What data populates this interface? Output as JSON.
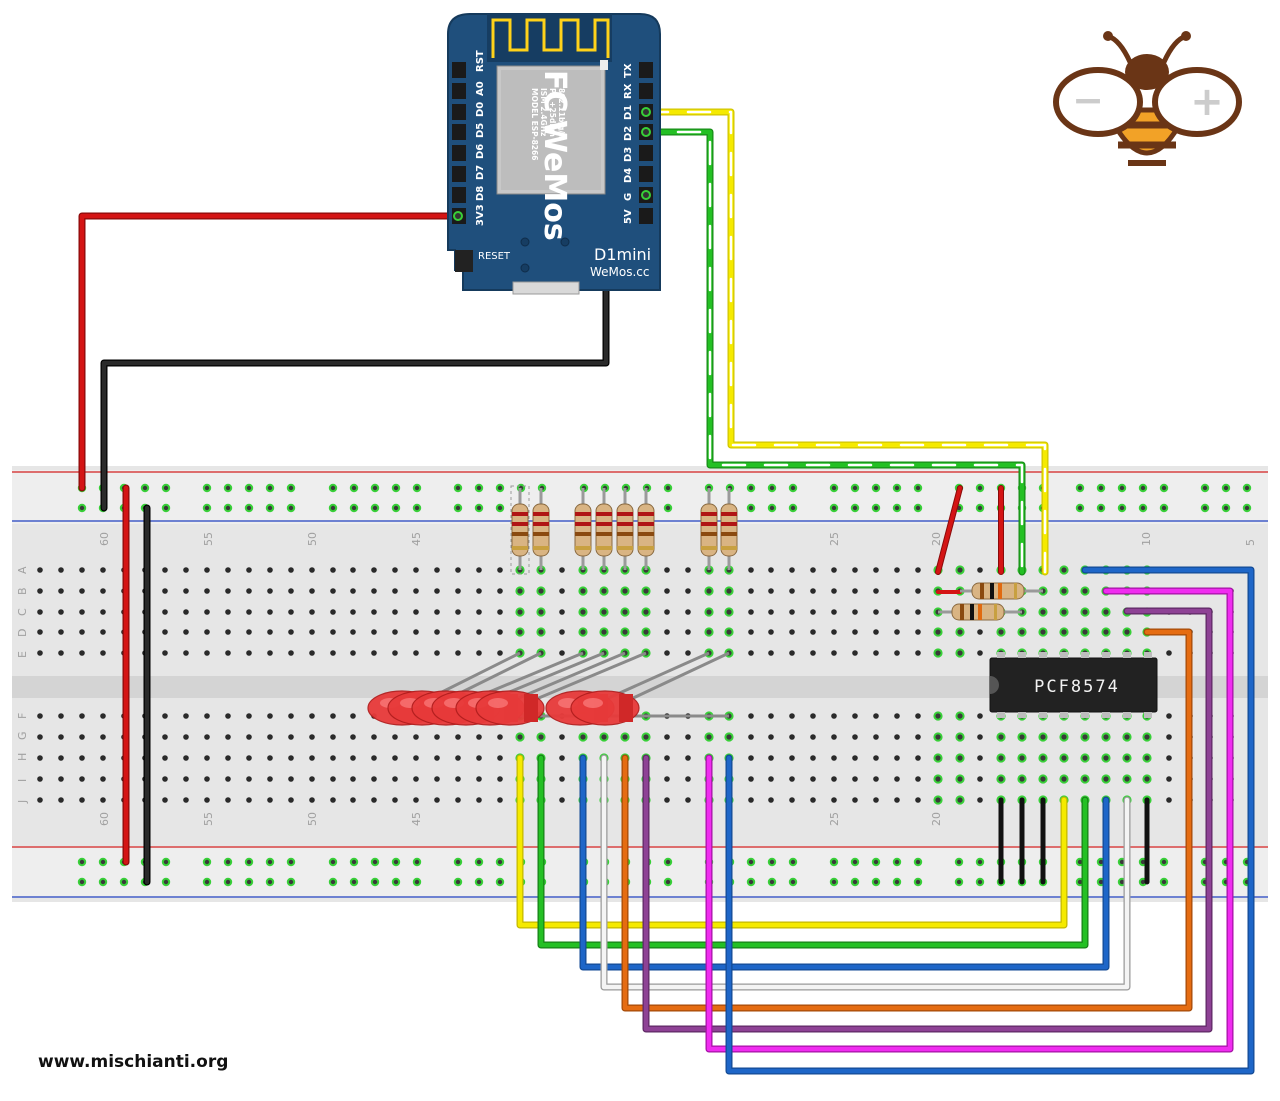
{
  "board": {
    "brand": "WeMos",
    "fc_mark": "FC",
    "module_lines": [
      "MODEL  ESP-8266",
      "ISM 2.4GHz",
      "PA +25dBm",
      "802.11b/g/n"
    ],
    "left_pins": [
      "RST",
      "A0",
      "D0",
      "D5",
      "D6",
      "D7",
      "D8",
      "3V3"
    ],
    "right_pins": [
      "TX",
      "RX",
      "D1",
      "D2",
      "D3",
      "D4",
      "G",
      "5V"
    ],
    "reset_label": "RESET",
    "name_label": "D1mini",
    "site_label": "WeMos.cc"
  },
  "chip": {
    "label": "PCF8574"
  },
  "breadboard": {
    "top_numbers": [
      "60",
      "55",
      "50",
      "45",
      "25",
      "20",
      "10",
      "5"
    ],
    "bottom_numbers": [
      "60",
      "55",
      "50",
      "45",
      "25",
      "20"
    ],
    "row_letters_top": [
      "A",
      "B",
      "C",
      "D",
      "E"
    ],
    "row_letters_bottom": [
      "F",
      "G",
      "H",
      "I",
      "J"
    ]
  },
  "logo": {
    "name": "bee-logo-icon",
    "minus": "−",
    "plus": "+"
  },
  "footer": {
    "credit": "www.mischianti.org"
  },
  "colors": {
    "board_blue": "#1f4f7c",
    "breadboard": "#e6e6e6",
    "rail_red": "#d32020",
    "rail_blue": "#2040c0",
    "led_red": "#e83a3a",
    "wire_red": "#c81010",
    "wire_black": "#1a1a1a",
    "wire_yellow": "#f2e600",
    "wire_green": "#22b722",
    "wire_blue": "#1e66c8",
    "wire_white": "#ececec",
    "wire_orange": "#e06a10",
    "wire_purple": "#8c3e93",
    "wire_pink": "#ee22ee",
    "chip_body": "#222222",
    "bee_brown": "#6a3516",
    "bee_orange": "#f2a227"
  }
}
